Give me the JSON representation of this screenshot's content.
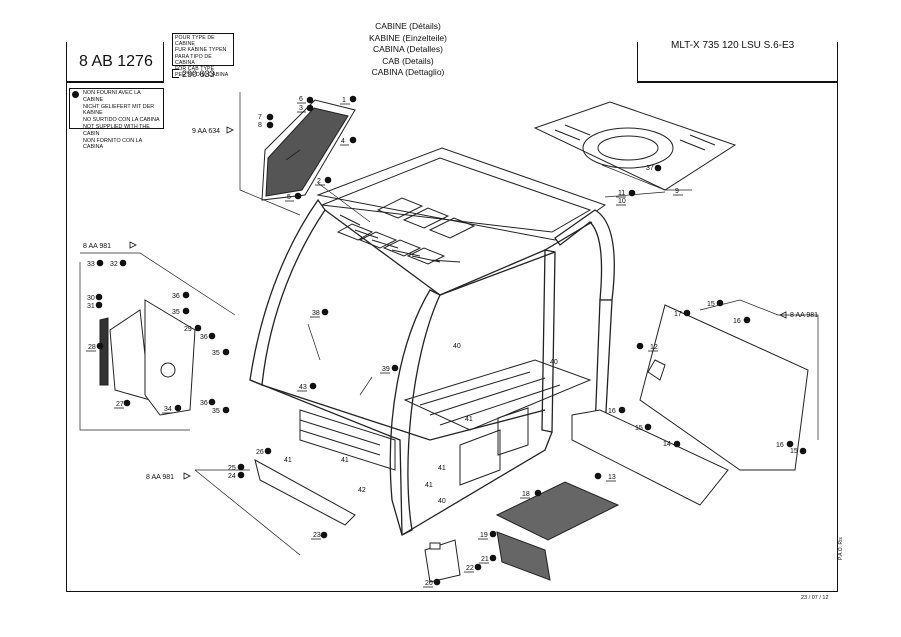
{
  "header": {
    "ref_code": "8 AB 1276",
    "type_box": [
      "POUR TYPE DE CABINE",
      "FUR KABINE TYPEN",
      "PARA TIPO DE CABINA",
      "FOR CAB TYPE",
      "PER TIPO DI CABINA"
    ],
    "type_code": "290 633",
    "title_lines": [
      "CABINE (Détails)",
      "KABINE (Einzelteile)",
      "CABINA (Detalles)",
      "CAB (Details)",
      "CABINA (Dettaglio)"
    ],
    "model": "MLT-X 735 120 LSU S.6-E3"
  },
  "legend": {
    "lines": [
      "NON FOURNI AVEC LA CABINE",
      "NICHT GELIEFERT MIT DER KABINE",
      "NO SURTIDO CON LA CABINA",
      "NOT SUPPLIED WITH THE CABIN",
      "NON FORNITO CON LA CABINA"
    ]
  },
  "refs": {
    "r1": "9 AA 634",
    "r2": "8 AA 981",
    "r3": "8 AA 981",
    "r4": "8 AA 981"
  },
  "parts": {
    "p1": "1",
    "p2": "2",
    "p3": "3",
    "p4": "4",
    "p5": "5",
    "p6": "6",
    "p7": "7",
    "p8": "8",
    "p9": "9",
    "p10": "10",
    "p11": "11",
    "p12": "12",
    "p13": "13",
    "p14": "14",
    "p15a": "15",
    "p15b": "15",
    "p15c": "15",
    "p16a": "16",
    "p16b": "16",
    "p16c": "16",
    "p17": "17",
    "p18": "18",
    "p19": "19",
    "p20": "20",
    "p21": "21",
    "p22": "22",
    "p23": "23",
    "p24": "24",
    "p25": "25",
    "p26": "26",
    "p27": "27",
    "p28": "28",
    "p29": "29",
    "p30": "30",
    "p31": "31",
    "p32": "32",
    "p33": "33",
    "p34": "34",
    "p35a": "35",
    "p35b": "35",
    "p35c": "35",
    "p36a": "36",
    "p36b": "36",
    "p36c": "36",
    "p37": "37",
    "p38": "38",
    "p39": "39",
    "p40a": "40",
    "p40b": "40",
    "p40c": "40",
    "p41a": "41",
    "p41b": "41",
    "p41c": "41",
    "p41d": "41",
    "p41e": "41",
    "p42": "42",
    "p43": "43"
  },
  "footer": {
    "date": "23 / 07 / 12",
    "side": "P.A.O. Ris"
  }
}
